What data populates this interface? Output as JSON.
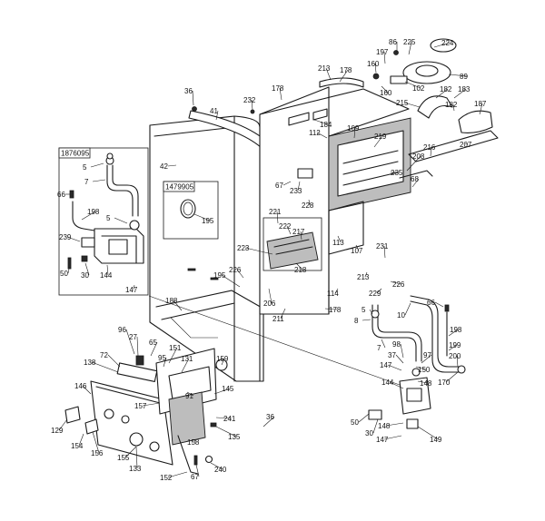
{
  "boxes": [
    {
      "id": "left-kit",
      "code": "1876095"
    },
    {
      "id": "seal-kit",
      "code": "1479905"
    }
  ],
  "labels": [
    {
      "id": "l86",
      "text": "86"
    },
    {
      "id": "l225",
      "text": "225"
    },
    {
      "id": "l224",
      "text": "224"
    },
    {
      "id": "l197",
      "text": "197"
    },
    {
      "id": "l160a",
      "text": "160"
    },
    {
      "id": "l160b",
      "text": "160"
    },
    {
      "id": "l89",
      "text": "89"
    },
    {
      "id": "l102",
      "text": "102"
    },
    {
      "id": "l213a",
      "text": "213"
    },
    {
      "id": "l178a",
      "text": "178"
    },
    {
      "id": "l178b",
      "text": "178"
    },
    {
      "id": "l182a",
      "text": "182"
    },
    {
      "id": "l183",
      "text": "183"
    },
    {
      "id": "l215",
      "text": "215"
    },
    {
      "id": "l182b",
      "text": "182"
    },
    {
      "id": "l187",
      "text": "187"
    },
    {
      "id": "l36a",
      "text": "36"
    },
    {
      "id": "l232",
      "text": "232"
    },
    {
      "id": "l41",
      "text": "41"
    },
    {
      "id": "l184",
      "text": "184"
    },
    {
      "id": "l109",
      "text": "109"
    },
    {
      "id": "l112",
      "text": "112"
    },
    {
      "id": "l219",
      "text": "219"
    },
    {
      "id": "l216",
      "text": "216"
    },
    {
      "id": "l207",
      "text": "207"
    },
    {
      "id": "l42",
      "text": "42"
    },
    {
      "id": "l208",
      "text": "208"
    },
    {
      "id": "l235",
      "text": "235"
    },
    {
      "id": "l68",
      "text": "68"
    },
    {
      "id": "l67a",
      "text": "67"
    },
    {
      "id": "l233",
      "text": "233"
    },
    {
      "id": "l228",
      "text": "228"
    },
    {
      "id": "l5a",
      "text": "5"
    },
    {
      "id": "l7a",
      "text": "7"
    },
    {
      "id": "l66a",
      "text": "66"
    },
    {
      "id": "l198a",
      "text": "198"
    },
    {
      "id": "l5b",
      "text": "5"
    },
    {
      "id": "l195a",
      "text": "195"
    },
    {
      "id": "l221",
      "text": "221"
    },
    {
      "id": "l222",
      "text": "222"
    },
    {
      "id": "l217",
      "text": "217"
    },
    {
      "id": "l113",
      "text": "113"
    },
    {
      "id": "l107",
      "text": "107"
    },
    {
      "id": "l231",
      "text": "231"
    },
    {
      "id": "l239",
      "text": "239"
    },
    {
      "id": "l223",
      "text": "223"
    },
    {
      "id": "l218",
      "text": "218"
    },
    {
      "id": "l195b",
      "text": "195"
    },
    {
      "id": "l226a",
      "text": "226"
    },
    {
      "id": "l213b",
      "text": "213"
    },
    {
      "id": "l226b",
      "text": "226"
    },
    {
      "id": "l50a",
      "text": "50"
    },
    {
      "id": "l30a",
      "text": "30"
    },
    {
      "id": "l144a",
      "text": "144"
    },
    {
      "id": "l114",
      "text": "114"
    },
    {
      "id": "l229",
      "text": "229"
    },
    {
      "id": "l147a",
      "text": "147"
    },
    {
      "id": "l206",
      "text": "206"
    },
    {
      "id": "l211",
      "text": "211"
    },
    {
      "id": "l178c",
      "text": "178"
    },
    {
      "id": "l10",
      "text": "10"
    },
    {
      "id": "l66b",
      "text": "66"
    },
    {
      "id": "l188",
      "text": "188"
    },
    {
      "id": "l5c",
      "text": "5"
    },
    {
      "id": "l8",
      "text": "8"
    },
    {
      "id": "l96",
      "text": "96"
    },
    {
      "id": "l27",
      "text": "27"
    },
    {
      "id": "l65",
      "text": "65"
    },
    {
      "id": "l198b",
      "text": "198"
    },
    {
      "id": "l7b",
      "text": "7"
    },
    {
      "id": "l72",
      "text": "72"
    },
    {
      "id": "l151",
      "text": "151"
    },
    {
      "id": "l95",
      "text": "95"
    },
    {
      "id": "l98",
      "text": "98"
    },
    {
      "id": "l199",
      "text": "199"
    },
    {
      "id": "l37",
      "text": "37"
    },
    {
      "id": "l97",
      "text": "97"
    },
    {
      "id": "l200",
      "text": "200"
    },
    {
      "id": "l138",
      "text": "138"
    },
    {
      "id": "l131",
      "text": "131"
    },
    {
      "id": "l159",
      "text": "159"
    },
    {
      "id": "l147b",
      "text": "147"
    },
    {
      "id": "l150",
      "text": "150"
    },
    {
      "id": "l170",
      "text": "170"
    },
    {
      "id": "l148a",
      "text": "148"
    },
    {
      "id": "l144b",
      "text": "144"
    },
    {
      "id": "l146",
      "text": "146"
    },
    {
      "id": "l91",
      "text": "91"
    },
    {
      "id": "l145",
      "text": "145"
    },
    {
      "id": "l157",
      "text": "157"
    },
    {
      "id": "l241",
      "text": "241"
    },
    {
      "id": "l36b",
      "text": "36"
    },
    {
      "id": "l50b",
      "text": "50"
    },
    {
      "id": "l129",
      "text": "129"
    },
    {
      "id": "l135",
      "text": "135"
    },
    {
      "id": "l30b",
      "text": "30"
    },
    {
      "id": "l148b",
      "text": "148"
    },
    {
      "id": "l149",
      "text": "149"
    },
    {
      "id": "l154",
      "text": "154"
    },
    {
      "id": "l158",
      "text": "158"
    },
    {
      "id": "l147c",
      "text": "147"
    },
    {
      "id": "l156",
      "text": "156"
    },
    {
      "id": "l155",
      "text": "155"
    },
    {
      "id": "l133",
      "text": "133"
    },
    {
      "id": "l240",
      "text": "240"
    },
    {
      "id": "l152",
      "text": "152"
    },
    {
      "id": "l67b",
      "text": "67"
    }
  ]
}
